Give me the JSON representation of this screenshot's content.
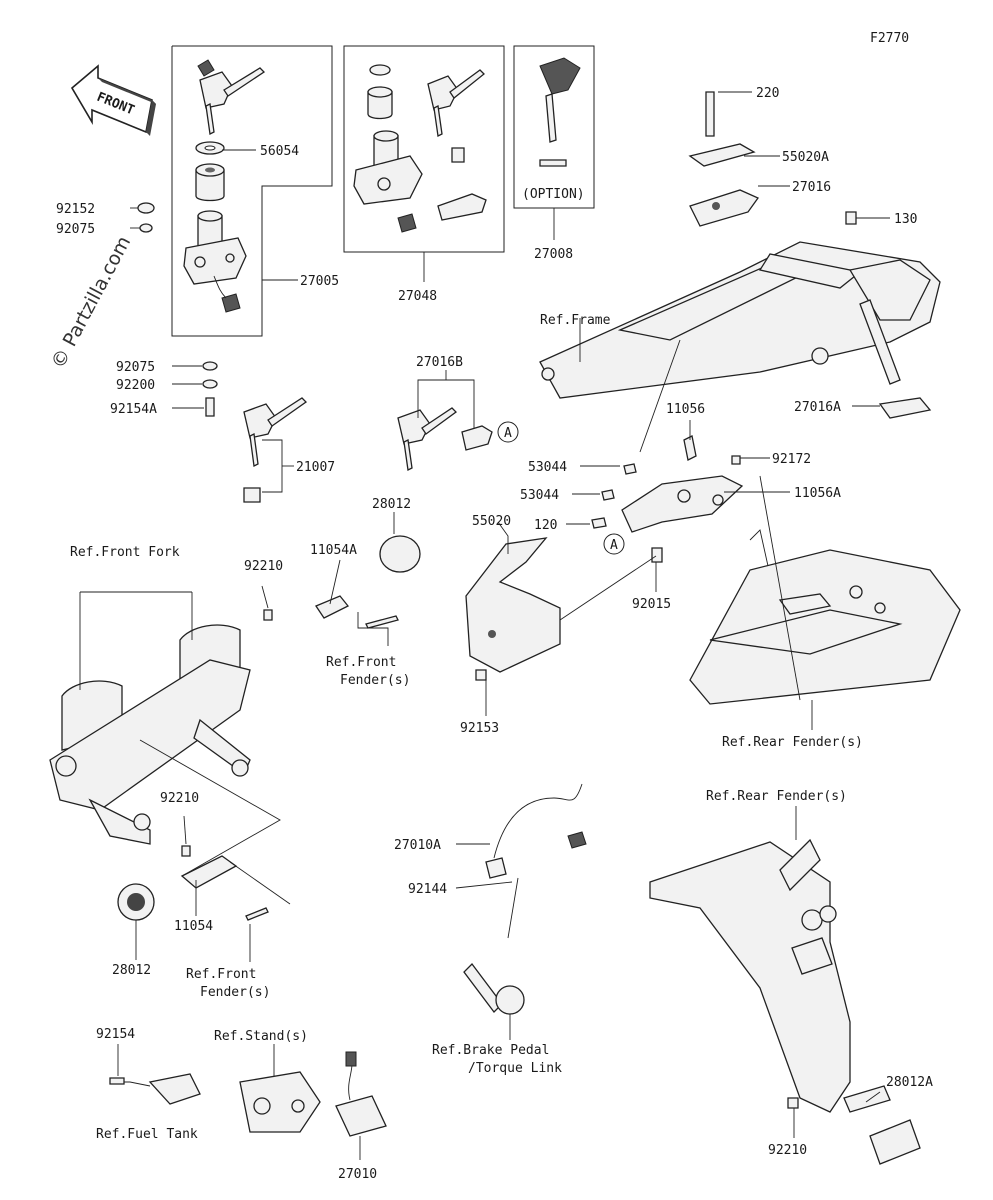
{
  "diagram_code": "F2770",
  "watermark": "© Partzilla.com",
  "front_arrow": "FRONT",
  "option_label": "(OPTION)",
  "callouts": {
    "c220": "220",
    "c55020A": "55020A",
    "c27016": "27016",
    "c130": "130",
    "c27016A": "27016A",
    "c56054": "56054",
    "c92152": "92152",
    "c92075a": "92075",
    "c27005": "27005",
    "c27048": "27048",
    "c27008": "27008",
    "c92075b": "92075",
    "c92200": "92200",
    "c92154A": "92154A",
    "c21007": "21007",
    "c27016B": "27016B",
    "refA1": "A",
    "refA2": "A",
    "c11056": "11056",
    "c92172": "92172",
    "c53044a": "53044",
    "c53044b": "53044",
    "c11056A": "11056A",
    "c120": "120",
    "c55020": "55020",
    "c92015": "92015",
    "c92153": "92153",
    "c28012a": "28012",
    "c11054A": "11054A",
    "c92210a": "92210",
    "c92210b": "92210",
    "c11054": "11054",
    "c28012b": "28012",
    "c27010A": "27010A",
    "c92144": "92144",
    "c28012A": "28012A",
    "c92210c": "92210",
    "c92154": "92154",
    "c27010": "27010"
  },
  "refs": {
    "frame": "Ref.Frame",
    "front_fork": "Ref.Front Fork",
    "front_fender_1a": "Ref.Front",
    "front_fender_1b": "Fender(s)",
    "front_fender_2a": "Ref.Front",
    "front_fender_2b": "Fender(s)",
    "rear_fender_1": "Ref.Rear Fender(s)",
    "rear_fender_2": "Ref.Rear Fender(s)",
    "brake_pedal_a": "Ref.Brake Pedal",
    "brake_pedal_b": "/Torque Link",
    "stand": "Ref.Stand(s)",
    "fuel_tank": "Ref.Fuel Tank"
  }
}
